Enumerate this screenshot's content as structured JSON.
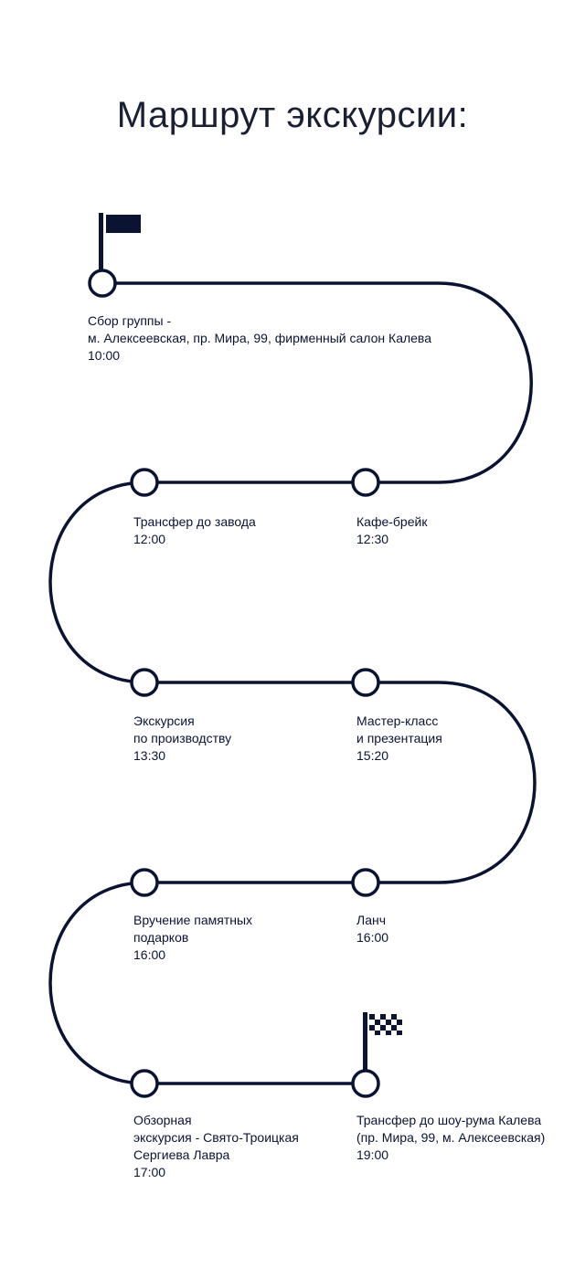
{
  "title": "Маршрут экскурсии:",
  "colors": {
    "line": "#0b1333",
    "node_fill": "#ffffff",
    "text": "#0b1333"
  },
  "icons": {
    "start": "flag-icon",
    "finish": "checkered-flag-icon"
  },
  "stops": [
    {
      "lines": [
        "Сбор группы -",
        "м. Алексеевская, пр. Мира, 99, фирменный салон Калева"
      ],
      "time": "10:00"
    },
    {
      "lines": [
        "Кафе-брейк"
      ],
      "time": "12:30"
    },
    {
      "lines": [
        "Трансфер до завода"
      ],
      "time": "12:00"
    },
    {
      "lines": [
        "Экскурсия",
        "по производству"
      ],
      "time": "13:30"
    },
    {
      "lines": [
        "Мастер-класс",
        "и презентация"
      ],
      "time": "15:20"
    },
    {
      "lines": [
        "Ланч"
      ],
      "time": "16:00"
    },
    {
      "lines": [
        "Вручение памятных",
        "подарков"
      ],
      "time": "16:00"
    },
    {
      "lines": [
        "Обзорная",
        "экскурсия - Свято-Троицкая",
        "Сергиева Лавра"
      ],
      "time": "17:00"
    },
    {
      "lines": [
        "Трансфер до шоу-рума Калева",
        "(пр. Мира, 99, м. Алексеевская)"
      ],
      "time": "19:00"
    }
  ]
}
